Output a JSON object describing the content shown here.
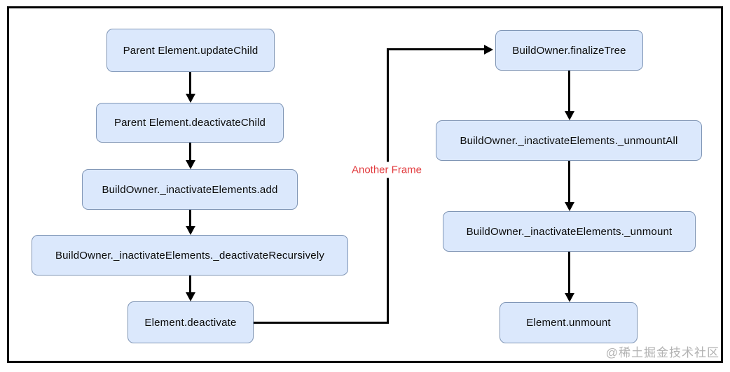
{
  "diagram": {
    "nodes": {
      "update_child": "Parent Element.updateChild",
      "deactivate_child": "Parent Element.deactivateChild",
      "inactivate_add": "BuildOwner._inactivateElements.add",
      "deactivate_recursively": "BuildOwner._inactivateElements._deactivateRecursively",
      "element_deactivate": "Element.deactivate",
      "finalize_tree": "BuildOwner.finalizeTree",
      "unmount_all": "BuildOwner._inactivateElements._unmountAll",
      "unmount": "BuildOwner._inactivateElements._unmount",
      "element_unmount": "Element.unmount"
    },
    "edges": [
      {
        "from": "update_child",
        "to": "deactivate_child"
      },
      {
        "from": "deactivate_child",
        "to": "inactivate_add"
      },
      {
        "from": "inactivate_add",
        "to": "deactivate_recursively"
      },
      {
        "from": "deactivate_recursively",
        "to": "element_deactivate"
      },
      {
        "from": "element_deactivate",
        "to": "finalize_tree",
        "label": "Another Frame"
      },
      {
        "from": "finalize_tree",
        "to": "unmount_all"
      },
      {
        "from": "unmount_all",
        "to": "unmount"
      },
      {
        "from": "unmount",
        "to": "element_unmount"
      }
    ],
    "annotation": {
      "another_frame": "Another Frame"
    },
    "watermark": "@稀土掘金技术社区",
    "colors": {
      "node_fill": "#dbe8fc",
      "node_border": "#7f95b5",
      "arrow": "#000000",
      "annotation_red": "#e23b3e",
      "watermark_gray": "#b2b2b2",
      "frame_border": "#000000"
    }
  }
}
